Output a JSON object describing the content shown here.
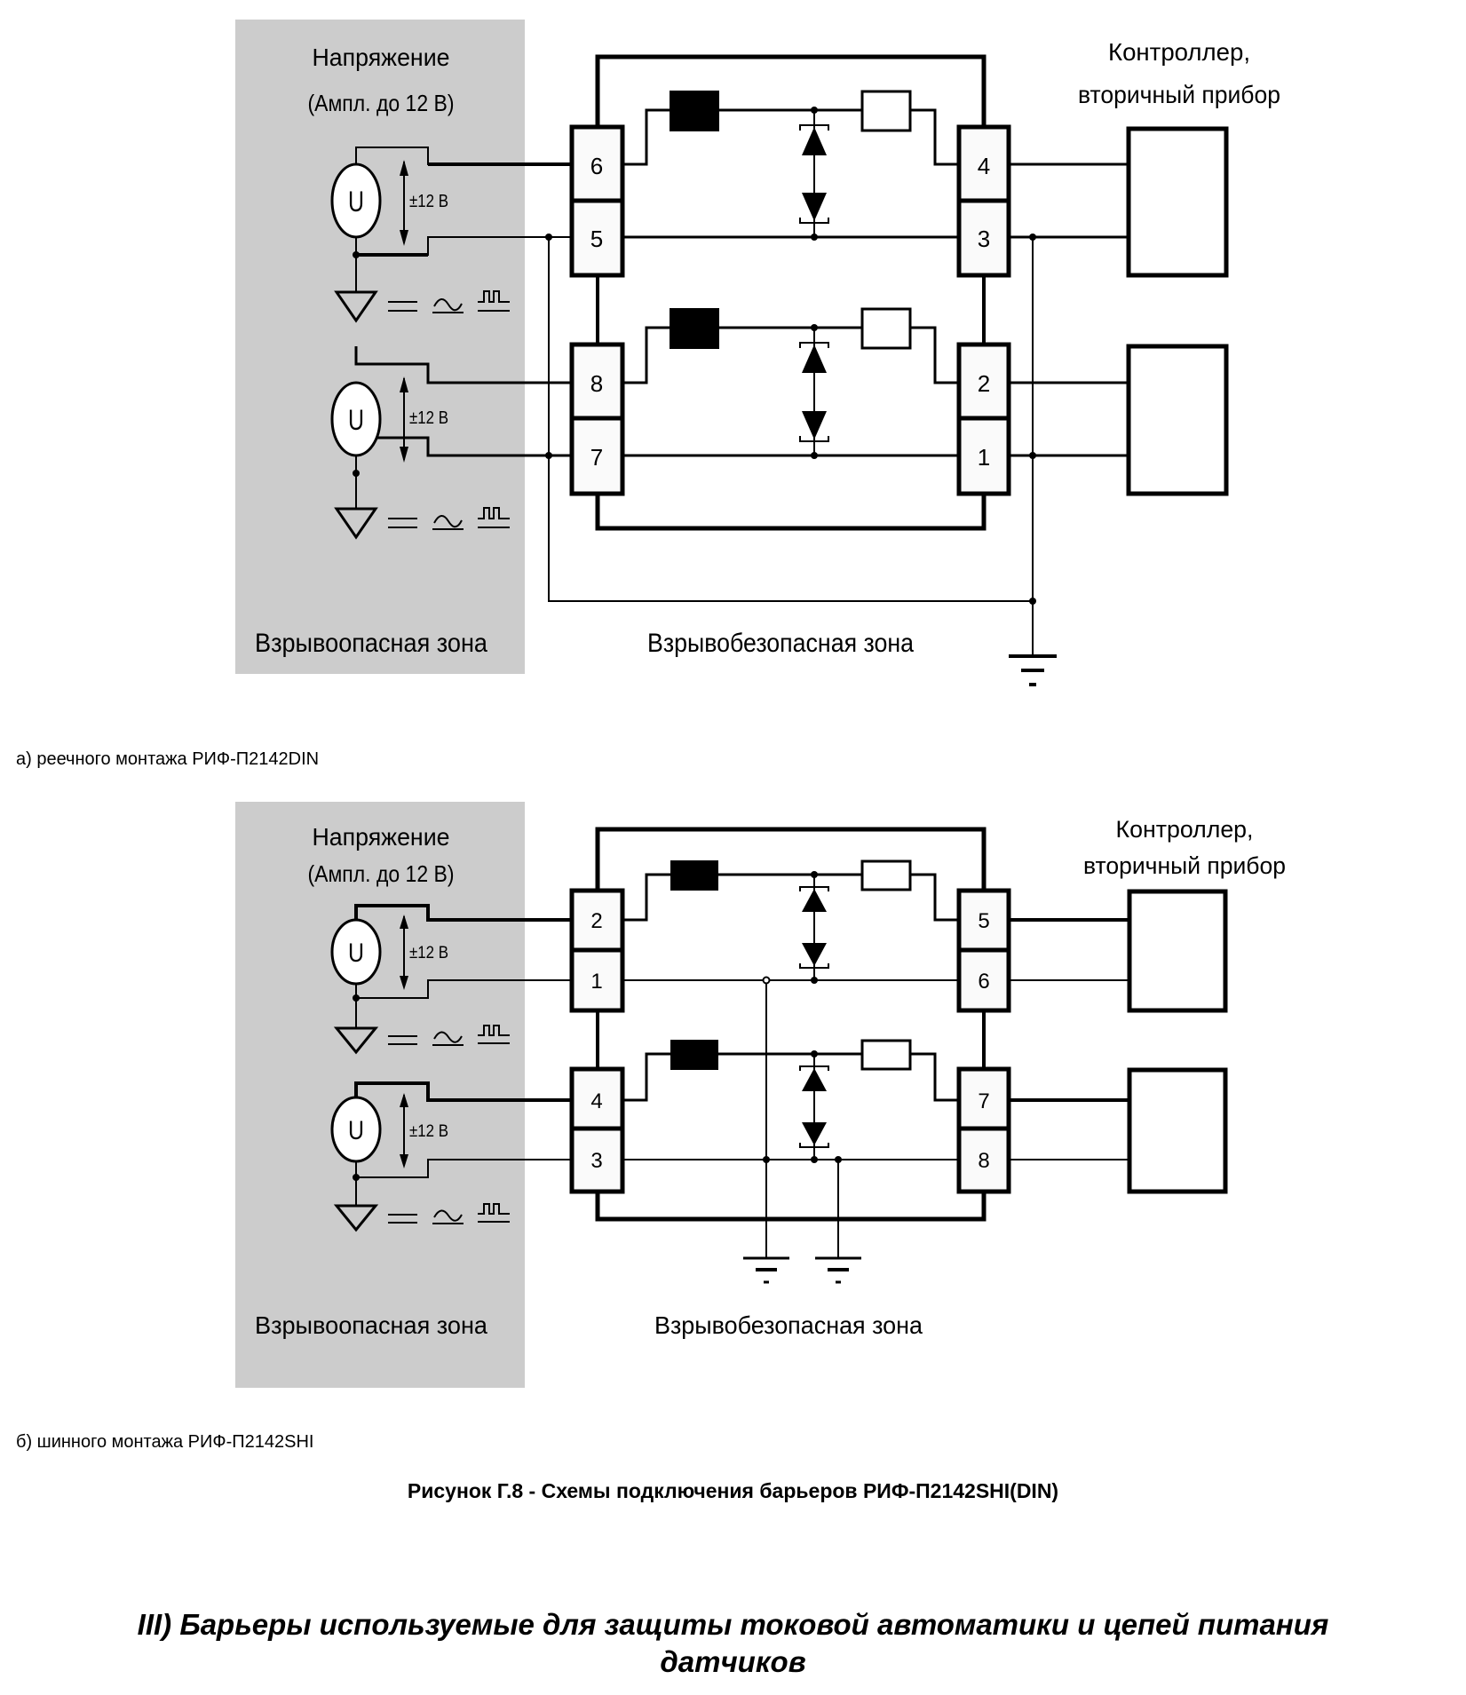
{
  "diagrams": [
    {
      "id": "a",
      "hazard_zone": {
        "voltage_title": "Напряжение",
        "voltage_sub": "(Ампл. до 12 В)",
        "zone_label": "Взрывоопасная зона",
        "channels": [
          {
            "source_symbol": "U",
            "range_label": "±12 В",
            "signal_symbols": [
              "dc-icon",
              "ac-sine-icon",
              "pulse-icon"
            ]
          },
          {
            "source_symbol": "U",
            "range_label": "±12 В",
            "signal_symbols": [
              "dc-icon",
              "ac-sine-icon",
              "pulse-icon"
            ]
          }
        ]
      },
      "safe_zone_label": "Взрывобезопасная зона",
      "controller_label_1": "Контроллер,",
      "controller_label_2": "вторичный прибор",
      "left_terminals": [
        "6",
        "5",
        "8",
        "7"
      ],
      "right_terminals": [
        "4",
        "3",
        "2",
        "1"
      ],
      "caption": "а) реечного монтажа РИФ-П2142DIN"
    },
    {
      "id": "b",
      "hazard_zone": {
        "voltage_title": "Напряжение",
        "voltage_sub": "(Ампл. до 12 В)",
        "zone_label": "Взрывоопасная зона",
        "channels": [
          {
            "source_symbol": "U",
            "range_label": "±12 В",
            "signal_symbols": [
              "dc-icon",
              "ac-sine-icon",
              "pulse-icon"
            ]
          },
          {
            "source_symbol": "U",
            "range_label": "±12 В",
            "signal_symbols": [
              "dc-icon",
              "ac-sine-icon",
              "pulse-icon"
            ]
          }
        ]
      },
      "safe_zone_label": "Взрывобезопасная зона",
      "controller_label_1": "Контроллер,",
      "controller_label_2": "вторичный прибор",
      "left_terminals": [
        "2",
        "1",
        "4",
        "3"
      ],
      "right_terminals": [
        "5",
        "6",
        "7",
        "8"
      ],
      "caption": "б) шинного монтажа РИФ-П2142SHI"
    }
  ],
  "figure_title": "Рисунок Г.8 - Схемы подключения барьеров РИФ-П2142SHI(DIN)",
  "section_heading_line1": "III)  Барьеры используемые для защиты токовой автоматики и цепей питания",
  "section_heading_line2": "датчиков",
  "colors": {
    "hazard_zone_fill": "#cccccc",
    "ink": "#000000",
    "background": "#ffffff",
    "source_fill": "#ffffff"
  }
}
